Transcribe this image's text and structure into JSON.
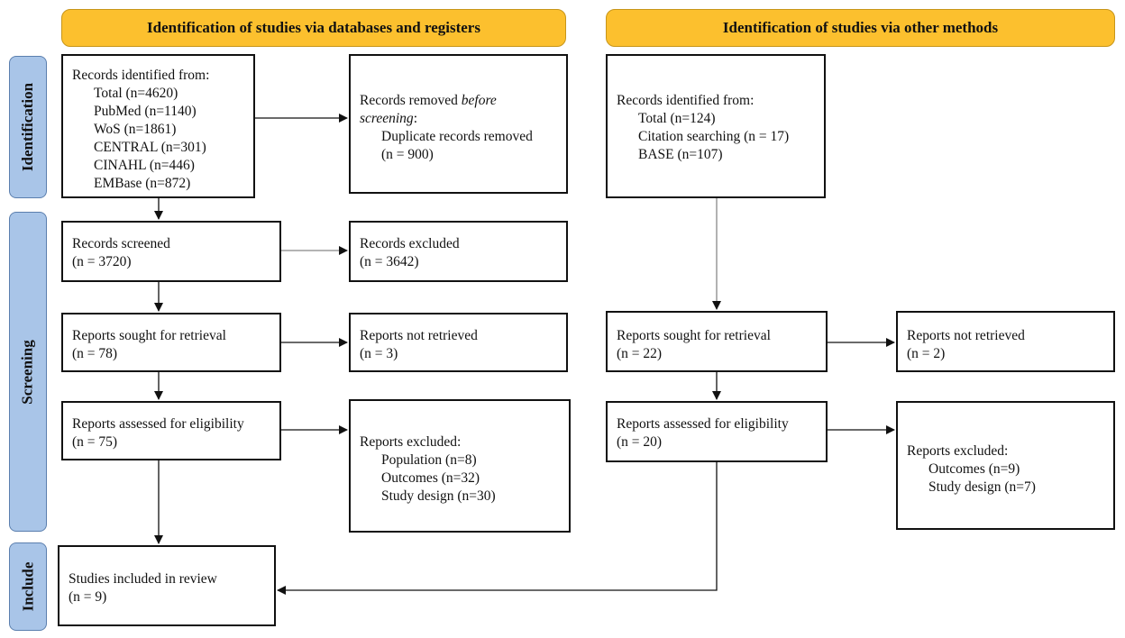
{
  "headers": {
    "left": "Identification of studies via databases and registers",
    "right": "Identification of studies via other methods"
  },
  "stages": {
    "identification": "Identification",
    "screening": "Screening",
    "include": "Include"
  },
  "db": {
    "identified": {
      "title": "Records identified from:",
      "items": [
        "Total (n=4620)",
        "PubMed (n=1140)",
        "WoS (n=1861)",
        "CENTRAL (n=301)",
        "CINAHL (n=446)",
        "EMBase (n=872)"
      ]
    },
    "removed": {
      "title_prefix": "Records removed ",
      "title_italic": "before screening",
      "title_suffix": ":",
      "detail": "Duplicate records removed",
      "count": "(n = 900)"
    },
    "screened": {
      "title": "Records screened",
      "count": "(n = 3720)"
    },
    "excluded": {
      "title": "Records excluded",
      "count": "(n = 3642)"
    },
    "sought": {
      "title": "Reports sought for retrieval",
      "count": "(n = 78)"
    },
    "not_retrieved": {
      "title": "Reports not retrieved",
      "count": "(n = 3)"
    },
    "assessed": {
      "title": "Reports assessed for eligibility",
      "count": "(n = 75)"
    },
    "reports_excluded": {
      "title": "Reports excluded:",
      "items": [
        "Population (n=8)",
        "Outcomes (n=32)",
        "Study design (n=30)"
      ]
    },
    "included": {
      "title": "Studies included in review",
      "count": "(n = 9)"
    }
  },
  "other": {
    "identified": {
      "title": "Records identified from:",
      "items": [
        "Total (n=124)",
        "Citation searching (n = 17)",
        "BASE (n=107)"
      ]
    },
    "sought": {
      "title": "Reports sought for retrieval",
      "count": "(n = 22)"
    },
    "not_retrieved": {
      "title": "Reports not retrieved",
      "count": "(n = 2)"
    },
    "assessed": {
      "title": "Reports assessed for eligibility",
      "count": "(n = 20)"
    },
    "reports_excluded": {
      "title": "Reports excluded:",
      "items": [
        "Outcomes (n=9)",
        "Study design (n=7)"
      ]
    }
  },
  "colors": {
    "header_fill": "#fcc02e",
    "side_fill": "#a9c5e8",
    "border": "#111111"
  }
}
